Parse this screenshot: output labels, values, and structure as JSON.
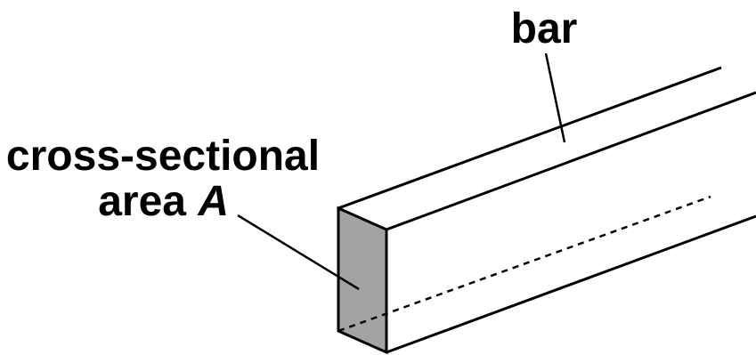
{
  "labels": {
    "bar": "bar",
    "cross_section_line1": "cross-sectional",
    "cross_section_line2_prefix": "area ",
    "cross_section_symbol": "A"
  },
  "colors": {
    "stroke": "#000000",
    "face_fill": "#a3a3a3",
    "background": "#ffffff"
  }
}
